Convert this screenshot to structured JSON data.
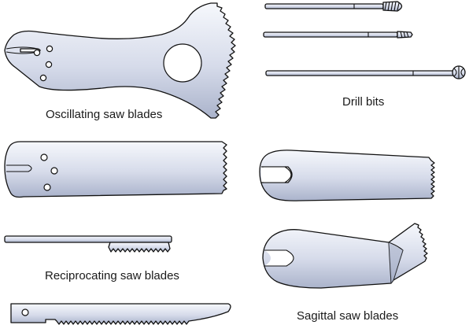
{
  "labels": {
    "oscillating": "Oscillating saw blades",
    "drill": "Drill bits",
    "reciprocating": "Reciprocating saw blades",
    "sagittal": "Sagittal saw blades"
  },
  "colors": {
    "steel_light": "#f4f6fb",
    "steel_mid": "#c9d0e2",
    "steel_dark": "#a7b0c8",
    "outline": "#111111"
  }
}
